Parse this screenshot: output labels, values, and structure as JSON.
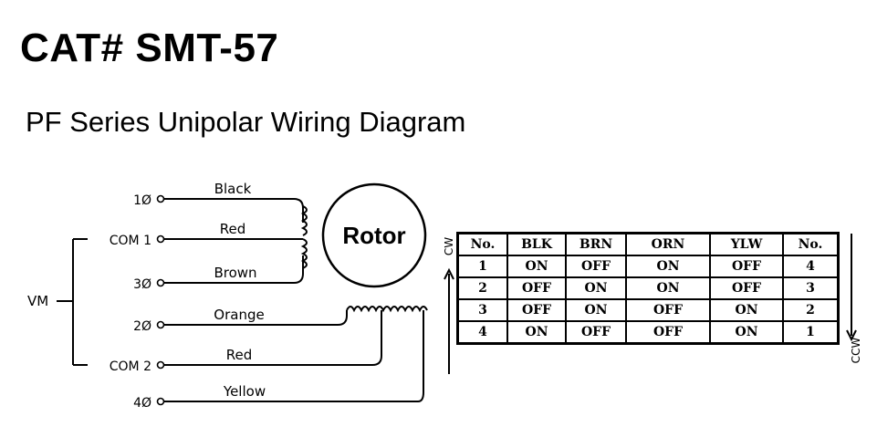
{
  "title": "CAT# SMT-57",
  "subtitle": "PF Series Unipolar Wiring Diagram",
  "diagram": {
    "vm_label": "VM",
    "rotor_label": "Rotor",
    "terminals": [
      {
        "pin": "1Ø",
        "wire": "Black"
      },
      {
        "pin": "COM 1",
        "wire": "Red"
      },
      {
        "pin": "3Ø",
        "wire": "Brown"
      },
      {
        "pin": "2Ø",
        "wire": "Orange"
      },
      {
        "pin": "COM 2",
        "wire": "Red"
      },
      {
        "pin": "4Ø",
        "wire": "Yellow"
      }
    ],
    "cw_label": "CW",
    "ccw_label": "CCW"
  },
  "sequence_table": {
    "headers": [
      "No.",
      "BLK",
      "BRN",
      "ORN",
      "YLW",
      "No."
    ],
    "rows": [
      [
        "1",
        "ON",
        "OFF",
        "ON",
        "OFF",
        "4"
      ],
      [
        "2",
        "OFF",
        "ON",
        "ON",
        "OFF",
        "3"
      ],
      [
        "3",
        "OFF",
        "ON",
        "OFF",
        "ON",
        "2"
      ],
      [
        "4",
        "ON",
        "OFF",
        "OFF",
        "ON",
        "1"
      ]
    ]
  }
}
